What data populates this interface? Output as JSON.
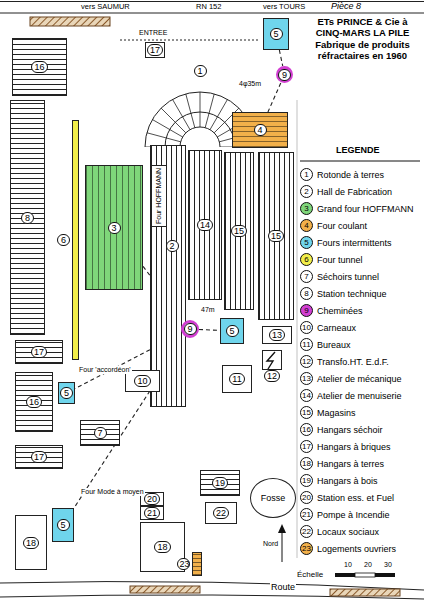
{
  "diagram": {
    "title": "ETs PRINCE & Cie à CINQ-MARS LA PILE Fabrique de produits réfractaires en 1960",
    "nodes": [
      {
        "text": [
          "17"
        ]
      },
      {
        "text": [
          "5"
        ]
      },
      {
        "text": [
          "16"
        ]
      },
      {
        "text": [
          "1"
        ]
      },
      {
        "text": [
          "9"
        ]
      },
      {
        "text": [
          "8"
        ]
      },
      {
        "text": [
          "6"
        ]
      },
      {
        "text": [
          "4"
        ]
      },
      {
        "text": [
          "3"
        ]
      },
      {
        "text": [
          "2"
        ]
      },
      {
        "text": [
          "Four HOFFMANN"
        ],
        "in": 9
      },
      {
        "text": [
          "14"
        ]
      },
      {
        "text": [
          "15"
        ]
      },
      {
        "text": [
          "15"
        ]
      },
      {
        "text": [
          "17"
        ]
      },
      {
        "text": [
          "9"
        ]
      },
      {
        "text": [
          "5"
        ]
      },
      {
        "text": [
          "13"
        ]
      },
      {
        "text": [
          "12"
        ]
      },
      {
        "text": [
          "10"
        ]
      },
      {
        "text": [
          "11"
        ]
      },
      {
        "text": [
          "16"
        ]
      },
      {
        "text": [
          "5"
        ]
      },
      {
        "text": [
          "7"
        ]
      },
      {
        "text": [
          "17"
        ]
      },
      {
        "text": [
          "19"
        ]
      },
      {
        "text": [
          "20"
        ]
      },
      {
        "text": [
          "21"
        ]
      },
      {
        "text": [
          "22"
        ]
      },
      {
        "text": [
          "Fosse"
        ]
      },
      {
        "text": [
          "5"
        ]
      },
      {
        "text": [
          "18"
        ]
      },
      {
        "text": [
          "18"
        ]
      },
      {
        "text": [
          "23"
        ]
      }
    ],
    "edges": [
      {
        "from": 1,
        "to": 4,
        "arrow": "none"
      },
      {
        "from": 4,
        "to": 7,
        "arrow": "none"
      },
      {
        "from": 15,
        "to": 8,
        "arrow": "none"
      },
      {
        "from": 15,
        "to": 16,
        "arrow": "none"
      },
      {
        "from": 15,
        "to": 22,
        "arrow": "none"
      },
      {
        "from": 15,
        "to": 30,
        "arrow": "none"
      }
    ],
    "labels": [
      "Pièce 8",
      "vers SAUMUR",
      "RN 152",
      "vers TOURS",
      "ENTREE",
      "4φ35m",
      "47m",
      "Four 'accordéon'",
      "Four Mode à moyen",
      "Nord",
      "10",
      "20",
      "30",
      "Échelle",
      "Route",
      "LEGENDE",
      "1",
      "2",
      "3",
      "4",
      "5",
      "6",
      "7",
      "8",
      "9",
      "10",
      "11",
      "12",
      "13",
      "14",
      "15",
      "16",
      "17",
      "18",
      "19",
      "20",
      "21",
      "22",
      "23"
    ],
    "legend": [
      {
        "text": "Rotonde à terres"
      },
      {
        "text": "Hall de Fabrication"
      },
      {
        "text": "Grand four HOFFMANN",
        "color": "#7fd67a"
      },
      {
        "text": "Four coulant",
        "color": "#f2b04a"
      },
      {
        "text": "Fours intermittents",
        "color": "#6fd5ec"
      },
      {
        "text": "Four tunnel",
        "color": "#f2ee4a"
      },
      {
        "text": "Séchoirs tunnel"
      },
      {
        "text": "Station technique"
      },
      {
        "text": "Cheminées",
        "color": "#d23fd2"
      },
      {
        "text": "Carneaux"
      },
      {
        "text": "Bureaux"
      },
      {
        "text": "Transfo.HT. E.d.F."
      },
      {
        "text": "Atelier de mécanique"
      },
      {
        "text": "Atelier de menuiserie"
      },
      {
        "text": "Magasins"
      },
      {
        "text": "Hangars séchoir"
      },
      {
        "text": "Hangars à briques"
      },
      {
        "text": "Hangars à terres"
      },
      {
        "text": "Hangars à bois"
      },
      {
        "text": "Station ess. et Fuel"
      },
      {
        "text": "Pompe à Incendie"
      },
      {
        "text": "Locaux sociaux"
      },
      {
        "text": "Logements ouvriers",
        "color": "#f2b04a"
      }
    ]
  }
}
